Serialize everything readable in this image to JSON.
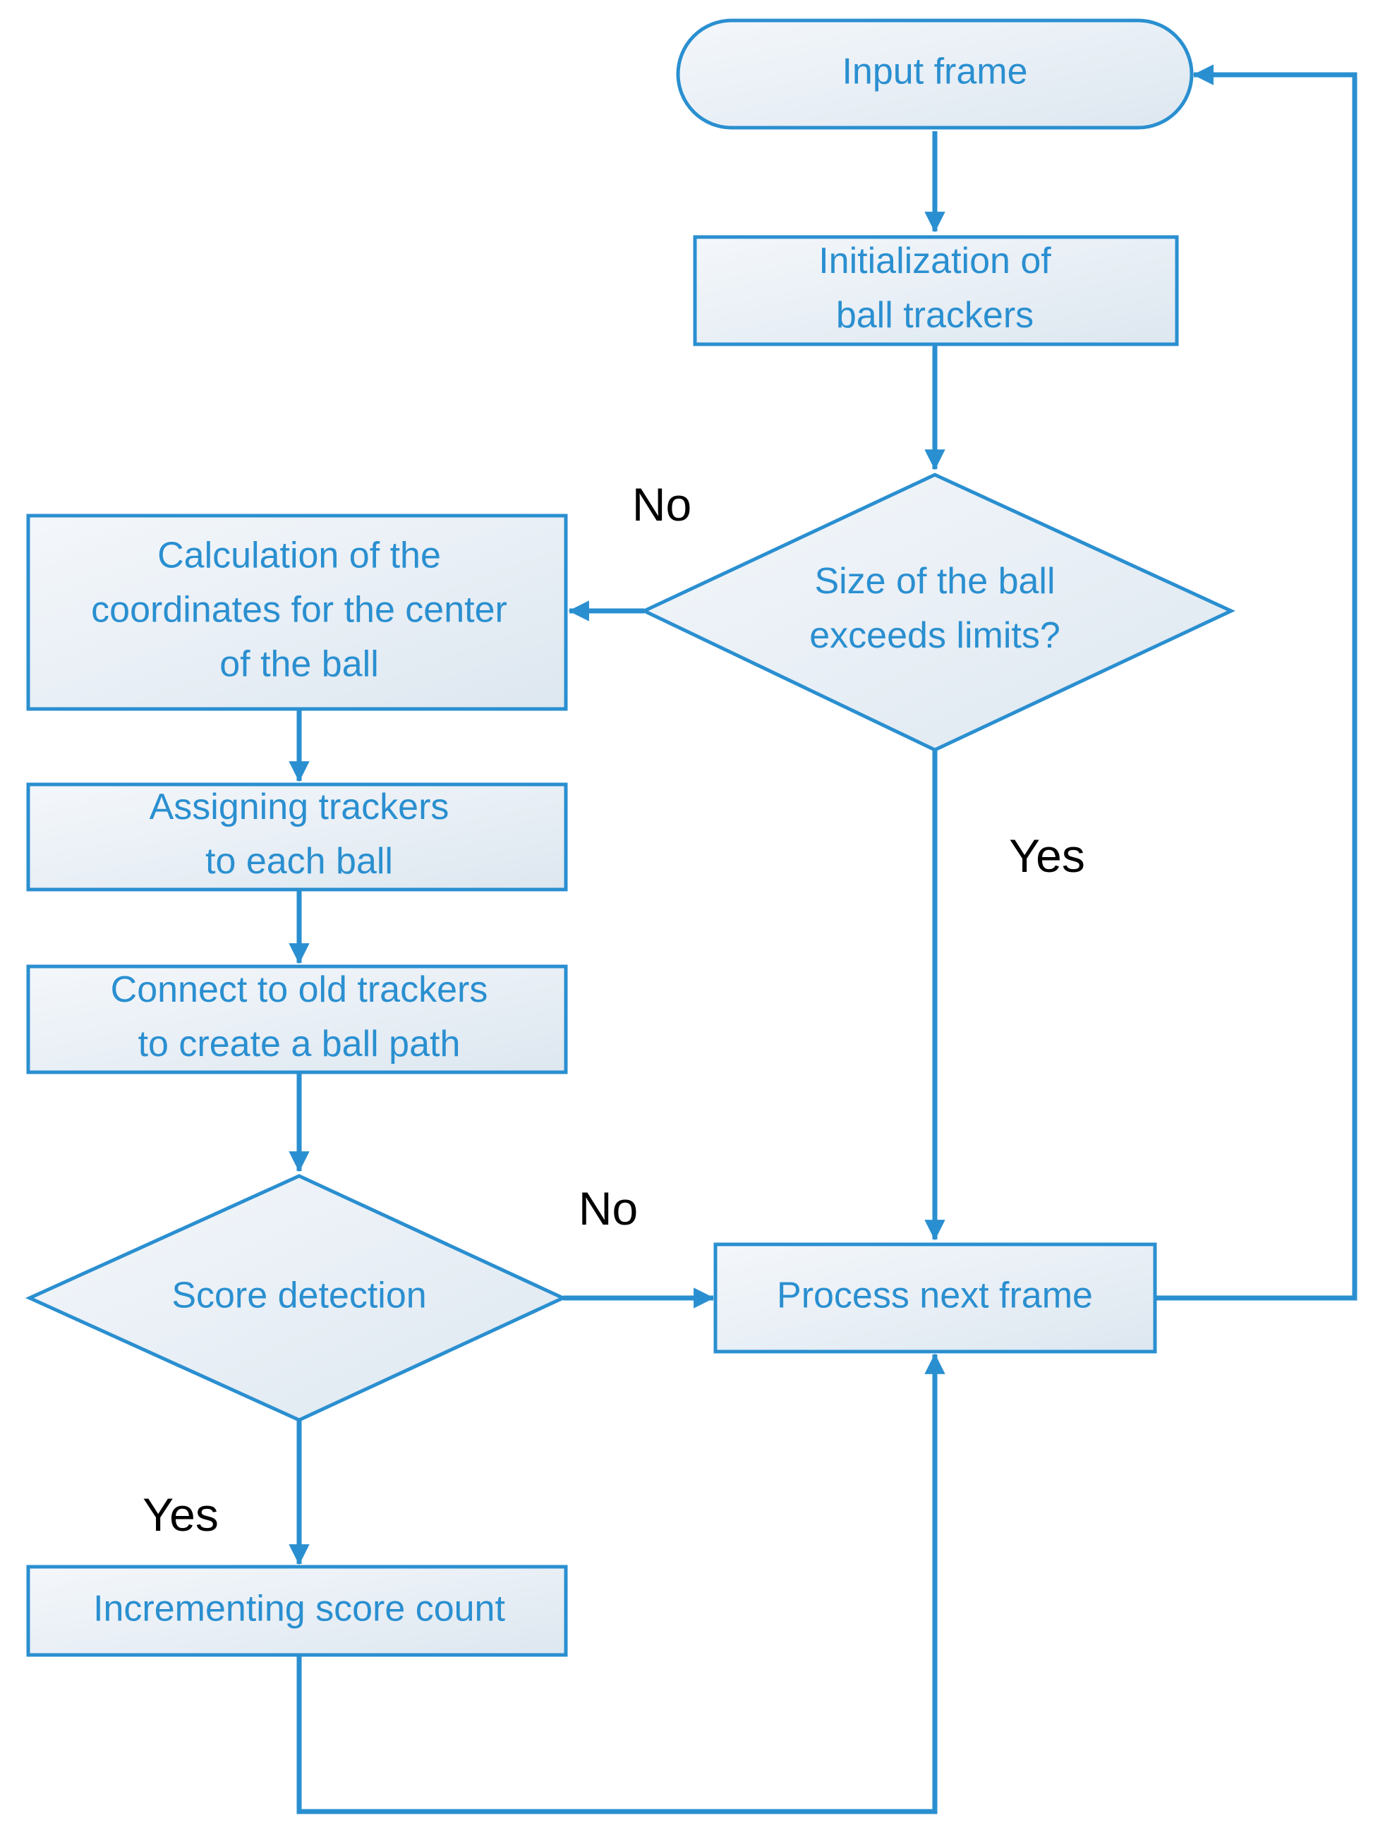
{
  "nodes": {
    "input_frame": {
      "lines": [
        "Input frame"
      ]
    },
    "init_trackers": {
      "lines": [
        "Initialization of",
        "ball trackers"
      ]
    },
    "size_decision": {
      "lines": [
        "Size of the ball",
        "exceeds limits?"
      ]
    },
    "calc_center": {
      "lines": [
        "Calculation of the",
        "coordinates for the center",
        "of the ball"
      ]
    },
    "assign_trackers": {
      "lines": [
        "Assigning trackers",
        "to each ball"
      ]
    },
    "connect_trackers": {
      "lines": [
        "Connect to old trackers",
        "to create a ball path"
      ]
    },
    "score_detection": {
      "lines": [
        "Score detection"
      ]
    },
    "process_next": {
      "lines": [
        "Process next frame"
      ]
    },
    "increment_score": {
      "lines": [
        "Incrementing score count"
      ]
    }
  },
  "edge_labels": {
    "size_no": "No",
    "size_yes": "Yes",
    "score_no": "No",
    "score_yes": "Yes"
  },
  "colors": {
    "accent": "#2a8fd0",
    "box_fill_light": "#f2f6fa",
    "box_fill_dark": "#dfe8f0",
    "label": "#000000"
  }
}
